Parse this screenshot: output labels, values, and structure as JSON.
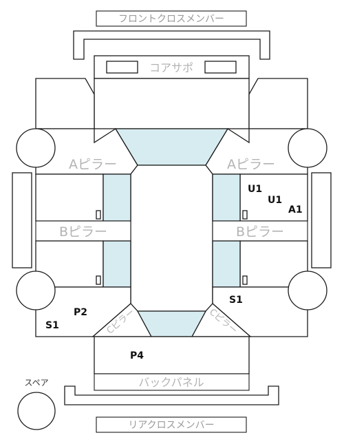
{
  "labels": {
    "front_cross_member": "フロントクロスメンバー",
    "core_support": "コアサポ",
    "a_pillar_left": "Aピラー",
    "a_pillar_right": "Aピラー",
    "b_pillar_left": "Bピラー",
    "b_pillar_right": "Bピラー",
    "c_pillar_left": "Cピラー",
    "c_pillar_right": "Cピラー",
    "back_panel": "バックパネル",
    "spare": "スペア",
    "rear_cross_member": "リアクロスメンバー"
  },
  "damage_codes": {
    "u1_upper": "U1",
    "u1_lower": "U1",
    "a1": "A1",
    "s1_right": "S1",
    "p2": "P2",
    "s1_left": "S1",
    "p4": "P4"
  },
  "colors": {
    "glass": "#d6ecf1",
    "outline": "#1a1a1a",
    "label_grey": "#b3b3b3",
    "code_text": "#111111"
  }
}
